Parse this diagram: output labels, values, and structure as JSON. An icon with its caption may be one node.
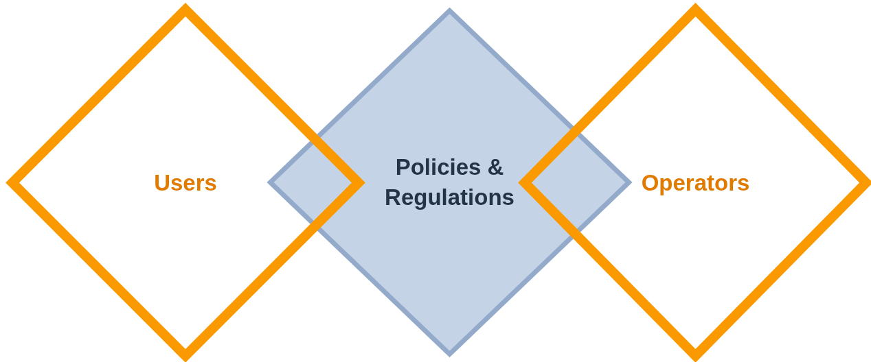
{
  "diagram": {
    "nodes": [
      {
        "text": [
          "Users"
        ]
      },
      {
        "text": [
          "Policies & Regulations"
        ]
      },
      {
        "text": [
          "Operators"
        ]
      }
    ]
  }
}
